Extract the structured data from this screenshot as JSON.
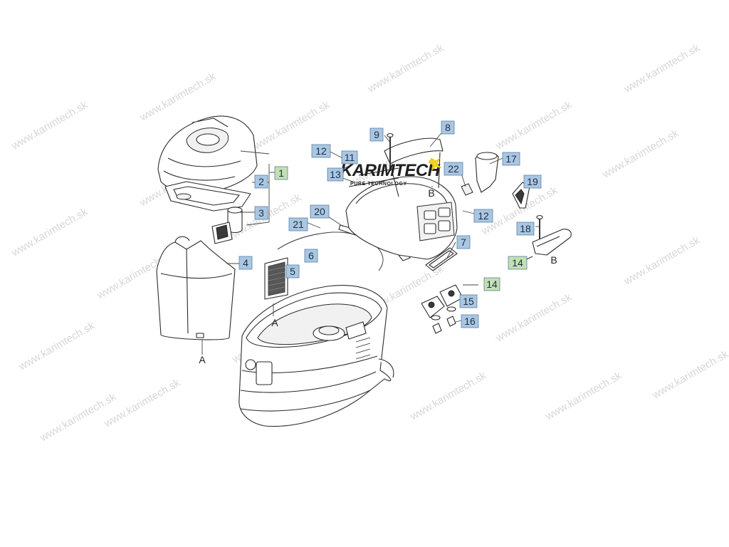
{
  "watermark": {
    "text": "www.karimtech.sk",
    "color": "#d7d7d7"
  },
  "logo": {
    "wordmark": "KARIMTECH",
    "tagline": "PURE TECHNOLOGY",
    "colors": {
      "text": "#1f1f1f",
      "accent": "#f2d21b"
    }
  },
  "colors": {
    "callout_blue": "#a9c7e3",
    "callout_green": "#c3e0b2",
    "line": "#2b2b2b"
  },
  "callouts": [
    {
      "id": "c1",
      "label": "1",
      "style": "green"
    },
    {
      "id": "c2",
      "label": "2",
      "style": "blue"
    },
    {
      "id": "c3",
      "label": "3",
      "style": "blue"
    },
    {
      "id": "c4",
      "label": "4",
      "style": "blue"
    },
    {
      "id": "c5",
      "label": "5",
      "style": "blue"
    },
    {
      "id": "c6",
      "label": "6",
      "style": "blue"
    },
    {
      "id": "c7",
      "label": "7",
      "style": "blue"
    },
    {
      "id": "c8",
      "label": "8",
      "style": "blue"
    },
    {
      "id": "c9",
      "label": "9",
      "style": "blue"
    },
    {
      "id": "c11",
      "label": "11",
      "style": "blue"
    },
    {
      "id": "c12a",
      "label": "12",
      "style": "blue"
    },
    {
      "id": "c12b",
      "label": "12",
      "style": "blue"
    },
    {
      "id": "c13",
      "label": "13",
      "style": "blue"
    },
    {
      "id": "c14a",
      "label": "14",
      "style": "green"
    },
    {
      "id": "c14b",
      "label": "14",
      "style": "green"
    },
    {
      "id": "c15",
      "label": "15",
      "style": "blue"
    },
    {
      "id": "c16",
      "label": "16",
      "style": "blue"
    },
    {
      "id": "c17",
      "label": "17",
      "style": "blue"
    },
    {
      "id": "c18",
      "label": "18",
      "style": "blue"
    },
    {
      "id": "c19",
      "label": "19",
      "style": "blue"
    },
    {
      "id": "c20",
      "label": "20",
      "style": "blue"
    },
    {
      "id": "c21",
      "label": "21",
      "style": "blue"
    },
    {
      "id": "c22",
      "label": "22",
      "style": "blue"
    }
  ],
  "refs": [
    {
      "id": "rA1",
      "label": "A"
    },
    {
      "id": "rA2",
      "label": "A"
    },
    {
      "id": "rB1",
      "label": "B"
    },
    {
      "id": "rB2",
      "label": "B"
    }
  ]
}
